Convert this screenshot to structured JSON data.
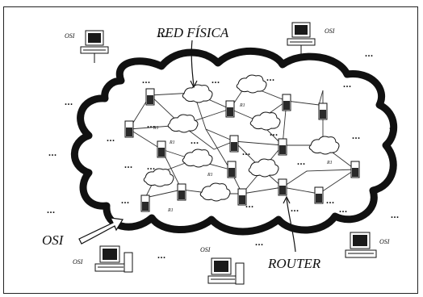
{
  "diagram": {
    "labels": {
      "red_fisica": "RED FÍSICA",
      "osi_big": "OSI",
      "router": "ROUTER",
      "osi_small": "OSI",
      "router_small": "R1",
      "dots": "..."
    },
    "colors": {
      "ink": "#111111",
      "cloud_fill": "#ffffff",
      "router_fill": "#2a2a2a",
      "screen_fill": "#1a1a1a"
    }
  }
}
